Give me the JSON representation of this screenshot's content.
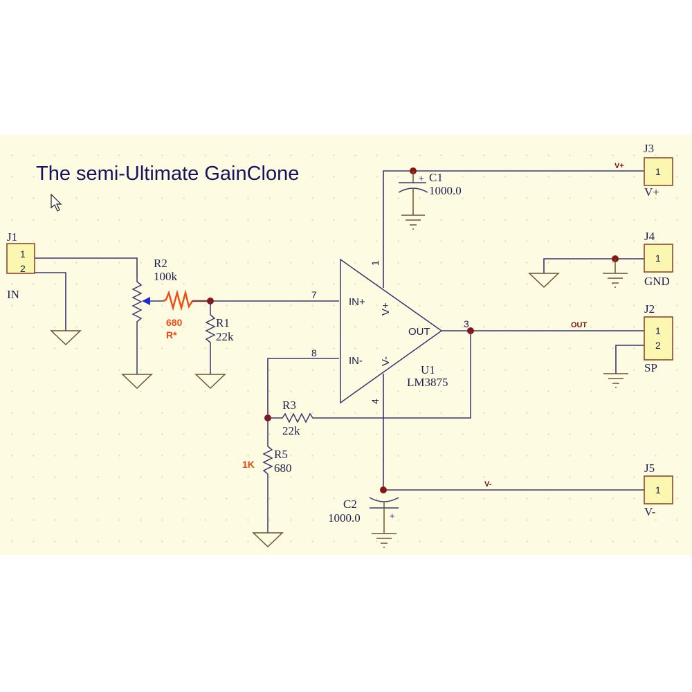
{
  "title": "The semi-Ultimate GainClone",
  "colors": {
    "sheet": "#fdfbe1",
    "wire": "#3a3470",
    "junction": "#8a1414",
    "highlight": "#f04a10",
    "connector_fill": "#fbf6b0",
    "title_text": "#17125e"
  },
  "connectors": {
    "j1": {
      "ref": "J1",
      "name": "IN",
      "pins": [
        "1",
        "2"
      ]
    },
    "j2": {
      "ref": "J2",
      "name": "SP",
      "pins": [
        "1",
        "2"
      ]
    },
    "j3": {
      "ref": "J3",
      "name": "V+",
      "pins": [
        "1"
      ]
    },
    "j4": {
      "ref": "J4",
      "name": "GND",
      "pins": [
        "1"
      ]
    },
    "j5": {
      "ref": "J5",
      "name": "V-",
      "pins": [
        "1"
      ]
    }
  },
  "components": {
    "r1": {
      "ref": "R1",
      "value": "22k"
    },
    "r2": {
      "ref": "R2",
      "value": "100k"
    },
    "r3": {
      "ref": "R3",
      "value": "22k"
    },
    "r5": {
      "ref": "R5",
      "value": "680"
    },
    "c1": {
      "ref": "C1",
      "value": "1000.0",
      "polarity": "+"
    },
    "c2": {
      "ref": "C2",
      "value": "1000.0",
      "polarity": "+"
    },
    "u1": {
      "ref": "U1",
      "value": "LM3875",
      "pins": {
        "in_plus": "IN+",
        "in_minus": "IN-",
        "out": "OUT",
        "v_plus": "V+",
        "v_minus": "V-"
      },
      "pin_numbers": {
        "in_plus": "7",
        "in_minus": "8",
        "out": "3",
        "v_plus": "1",
        "v_minus": "4"
      }
    }
  },
  "annotations": {
    "added_resistor_value": "680",
    "added_resistor_ref": "R*",
    "r5_replacement_value": "1K"
  },
  "net_labels": {
    "v_plus": "V+",
    "v_minus": "V-",
    "out": "OUT"
  }
}
